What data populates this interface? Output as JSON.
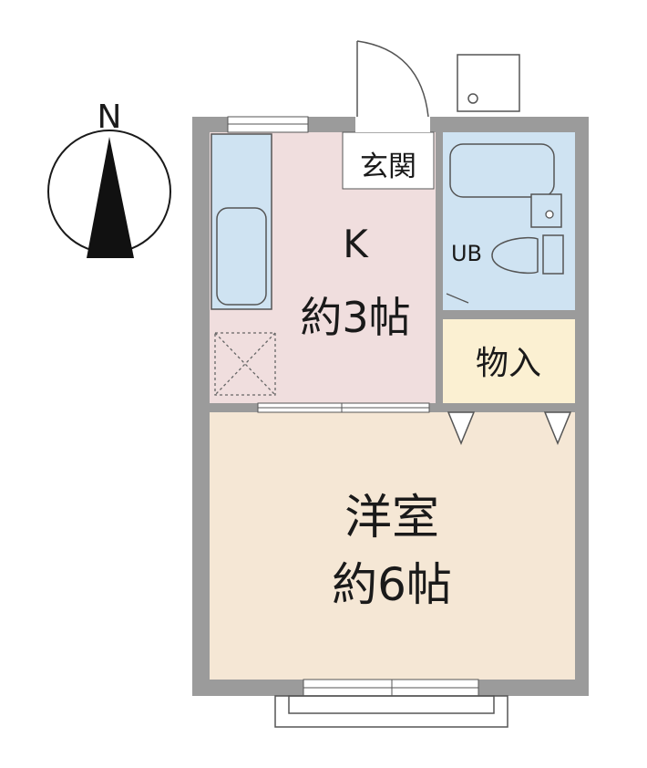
{
  "compass": {
    "label": "N"
  },
  "rooms": {
    "kitchen": {
      "name": "K",
      "size": "約3帖"
    },
    "entrance": {
      "name": "玄関"
    },
    "bath": {
      "name": "UB"
    },
    "storage": {
      "name": "物入"
    },
    "western": {
      "name": "洋室",
      "size": "約6帖"
    }
  },
  "colors": {
    "wall": "#9b9b9b",
    "kitchen": "#f0dede",
    "bath": "#cfe3f2",
    "storage": "#fbf0d2",
    "western": "#f5e7d5",
    "entrance": "#ffffff"
  }
}
